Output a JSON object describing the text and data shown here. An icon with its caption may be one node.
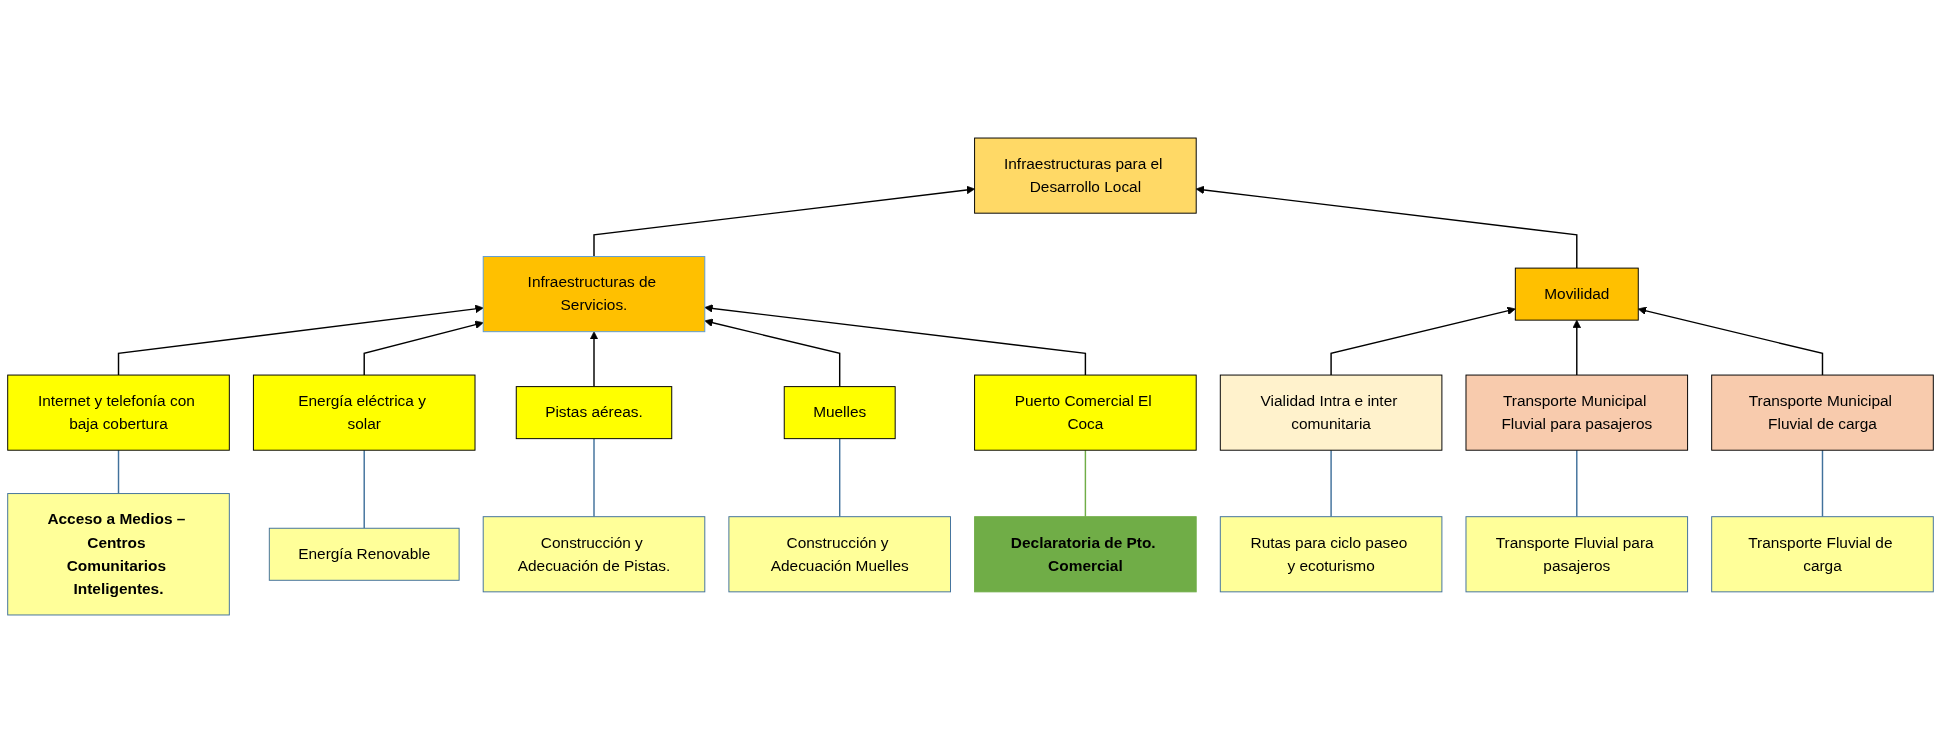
{
  "diagram": {
    "nodes": [
      {
        "text": [
          "Infraestructuras para el Desarrollo Local"
        ]
      },
      {
        "text": [
          "Infraestructuras de Servicios."
        ]
      },
      {
        "text": [
          "Movilidad"
        ]
      },
      {
        "text": [
          "Internet y telefonía con baja cobertura"
        ]
      },
      {
        "text": [
          "Energía eléctrica y solar"
        ]
      },
      {
        "text": [
          "Pistas aéreas."
        ]
      },
      {
        "text": [
          "Muelles"
        ]
      },
      {
        "text": [
          "Puerto Comercial El Coca"
        ]
      },
      {
        "text": [
          "Vialidad Intra e inter comunitaria"
        ]
      },
      {
        "text": [
          "Transporte Municipal Fluvial para pasajeros"
        ]
      },
      {
        "text": [
          "Transporte Municipal Fluvial de carga"
        ]
      },
      {
        "text": [
          "Acceso a Medios – Centros Comunitarios Inteligentes."
        ]
      },
      {
        "text": [
          "Energía Renovable"
        ]
      },
      {
        "text": [
          "Construcción y Adecuación de Pistas."
        ]
      },
      {
        "text": [
          "Construcción y Adecuación Muelles"
        ]
      },
      {
        "text": [
          "Declaratoria de Pto. Comercial"
        ]
      },
      {
        "text": [
          "Rutas para ciclo paseo y ecoturismo"
        ]
      },
      {
        "text": [
          "Transporte Fluvial para pasajeros"
        ]
      },
      {
        "text": [
          "Transporte Fluvial de carga"
        ]
      }
    ],
    "edges": [
      {
        "from": 1,
        "to": 0,
        "arrow": "to"
      },
      {
        "from": 2,
        "to": 0,
        "arrow": "to"
      },
      {
        "from": 3,
        "to": 1,
        "arrow": "to"
      },
      {
        "from": 4,
        "to": 1,
        "arrow": "to"
      },
      {
        "from": 5,
        "to": 1,
        "arrow": "to"
      },
      {
        "from": 6,
        "to": 1,
        "arrow": "to"
      },
      {
        "from": 7,
        "to": 1,
        "arrow": "to"
      },
      {
        "from": 8,
        "to": 2,
        "arrow": "to"
      },
      {
        "from": 9,
        "to": 2,
        "arrow": "to"
      },
      {
        "from": 10,
        "to": 2,
        "arrow": "to"
      },
      {
        "from": 11,
        "to": 3,
        "arrow": "none",
        "color": "#41719c"
      },
      {
        "from": 12,
        "to": 4,
        "arrow": "none",
        "color": "#41719c"
      },
      {
        "from": 13,
        "to": 5,
        "arrow": "none",
        "color": "#41719c"
      },
      {
        "from": 14,
        "to": 6,
        "arrow": "none",
        "color": "#41719c"
      },
      {
        "from": 15,
        "to": 7,
        "arrow": "none",
        "color": "#70ad47"
      },
      {
        "from": 16,
        "to": 8,
        "arrow": "none",
        "color": "#41719c"
      },
      {
        "from": 17,
        "to": 9,
        "arrow": "none",
        "color": "#41719c"
      },
      {
        "from": 18,
        "to": 10,
        "arrow": "none",
        "color": "#41719c"
      }
    ]
  }
}
